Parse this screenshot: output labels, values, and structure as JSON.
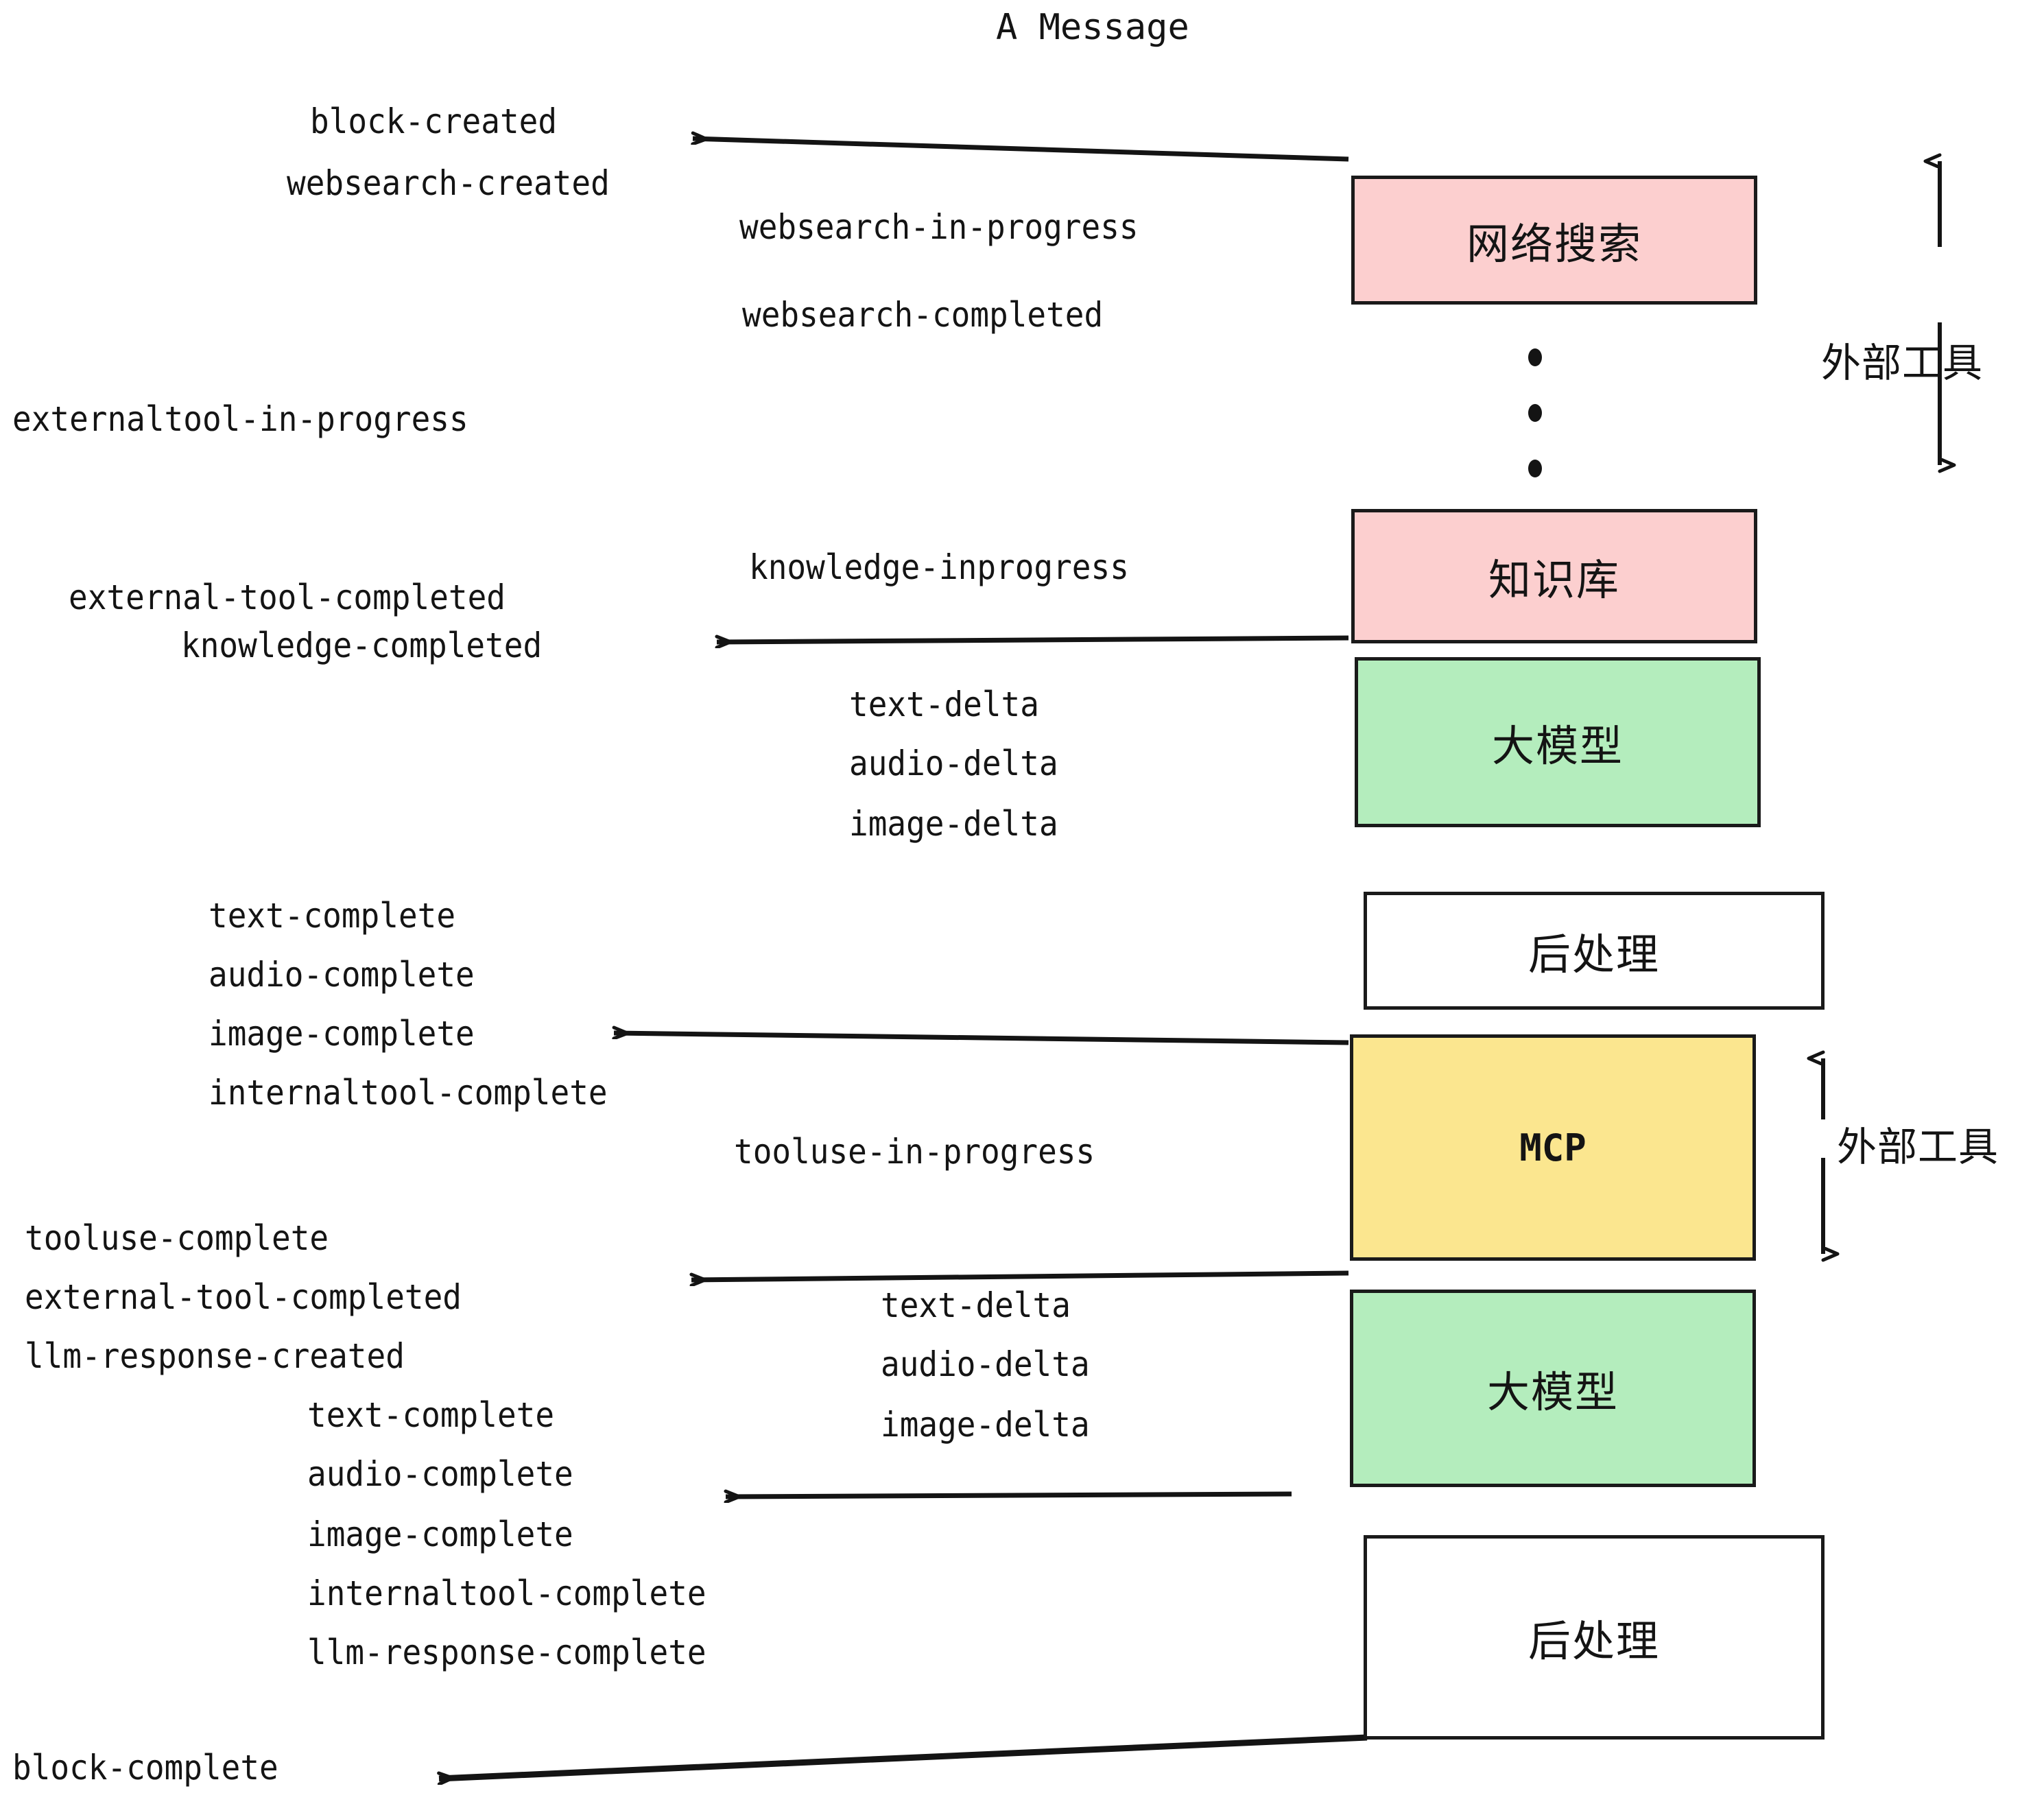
{
  "title": "A Message",
  "nodes": [
    {
      "label": "网络搜索",
      "color": "pink"
    },
    {
      "label": "知识库",
      "color": "pink"
    },
    {
      "label": "大模型",
      "color": "green"
    },
    {
      "label": "后处理",
      "color": "white"
    },
    {
      "label": "MCP",
      "color": "yellow"
    },
    {
      "label": "大模型",
      "color": "green"
    },
    {
      "label": "后处理",
      "color": "white"
    }
  ],
  "group_labels": [
    {
      "text": "外部工具"
    },
    {
      "text": "外部工具"
    }
  ],
  "events": {
    "block_created": "block-created",
    "websearch_created": "websearch-created",
    "websearch_in_progress": "websearch-in-progress",
    "websearch_completed": "websearch-completed",
    "externaltool_in_progress": "externaltool-in-progress",
    "knowledge_inprogress": "knowledge-inprogress",
    "external_tool_completed_1": "external-tool-completed",
    "knowledge_completed": "knowledge-completed",
    "text_delta_1": "text-delta",
    "audio_delta_1": "audio-delta",
    "image_delta_1": "image-delta",
    "text_complete_1": "text-complete",
    "audio_complete_1": "audio-complete",
    "image_complete_1": "image-complete",
    "internaltool_complete_1": "internaltool-complete",
    "tooluse_in_progress": "tooluse-in-progress",
    "tooluse_complete": "tooluse-complete",
    "external_tool_completed_2": "external-tool-completed",
    "llm_response_created": "llm-response-created",
    "text_delta_2": "text-delta",
    "audio_delta_2": "audio-delta",
    "image_delta_2": "image-delta",
    "text_complete_2": "text-complete",
    "audio_complete_2": "audio-complete",
    "image_complete_2": "image-complete",
    "internaltool_complete_2": "internaltool-complete",
    "llm_response_complete": "llm-response-complete",
    "block_complete": "block-complete"
  },
  "colors": {
    "pink": "#fccfcf",
    "green": "#b4edbd",
    "yellow": "#fbe68f",
    "white": "#ffffff",
    "stroke": "#1a1a1a",
    "text": "#141414",
    "background": "#ffffff"
  }
}
